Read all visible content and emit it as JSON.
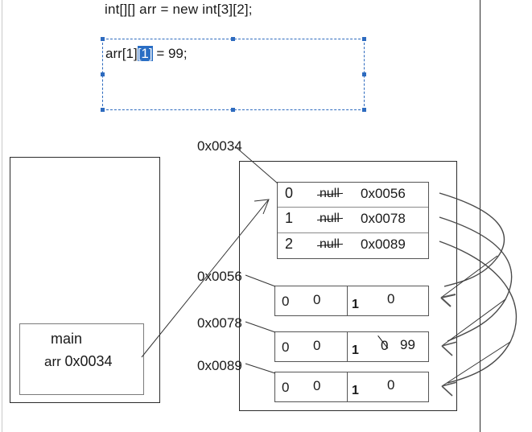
{
  "code": {
    "declaration": "int[][] arr = new int[3][2];",
    "statement_prefix": "arr[1]",
    "statement_selected": "[1]",
    "statement_suffix": " = 99;",
    "selection_color": "#2a6ec4",
    "textbox_border_color": "#2e6bbf"
  },
  "stack": {
    "frame": {
      "method": "main",
      "var_name": "arr",
      "var_value": "0x0034"
    }
  },
  "heap": {
    "outer_array": {
      "address_label": "0x0034",
      "rows": [
        {
          "index": "0",
          "old_value": "null",
          "new_value": "0x0056"
        },
        {
          "index": "1",
          "old_value": "null",
          "new_value": "0x0078"
        },
        {
          "index": "2",
          "old_value": "null",
          "new_value": "0x0089"
        }
      ]
    },
    "inner_arrays": [
      {
        "address_label": "0x0056",
        "cells": [
          {
            "index": "0",
            "value": "0"
          },
          {
            "index": "1",
            "value": "0"
          }
        ],
        "modified": false
      },
      {
        "address_label": "0x0078",
        "cells": [
          {
            "index": "0",
            "value": "0"
          },
          {
            "index": "1",
            "value": "0"
          }
        ],
        "modified": true,
        "old_value": "0",
        "new_value": "99"
      },
      {
        "address_label": "0x0089",
        "cells": [
          {
            "index": "0",
            "value": "0"
          },
          {
            "index": "1",
            "value": "0"
          }
        ],
        "modified": false
      }
    ]
  }
}
